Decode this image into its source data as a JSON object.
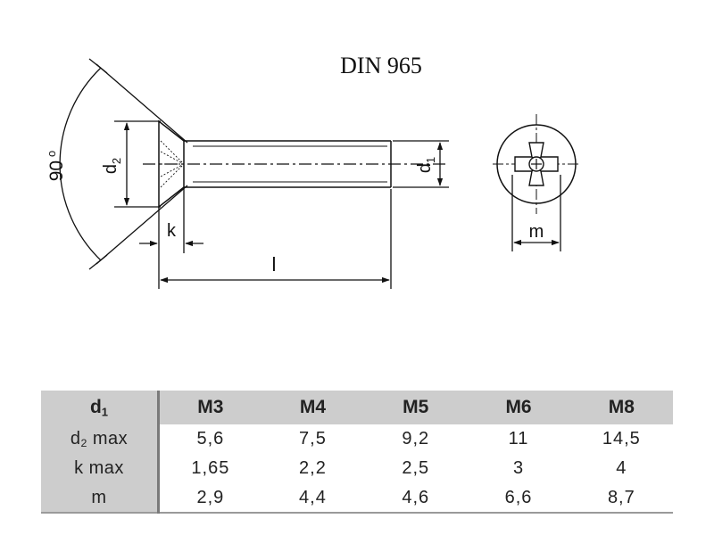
{
  "title": "DIN 965",
  "dimensions": {
    "angle_value": "90",
    "angle_unit": "o",
    "d2_base": "d",
    "d2_sub": "2",
    "d1_base": "d",
    "d1_sub": "1",
    "k": "k",
    "l": "l",
    "m": "m"
  },
  "table": {
    "header_base": "d",
    "header_sub": "1",
    "sizes": [
      "M3",
      "M4",
      "M5",
      "M6",
      "M8"
    ],
    "rows": [
      {
        "label_base": "d",
        "label_sub": "2",
        "label_suffix": " max",
        "values": [
          "5,6",
          "7,5",
          "9,2",
          "11",
          "14,5"
        ]
      },
      {
        "label_base": "k max",
        "label_sub": "",
        "label_suffix": "",
        "values": [
          "1,65",
          "2,2",
          "2,5",
          "3",
          "4"
        ]
      },
      {
        "label_base": "m",
        "label_sub": "",
        "label_suffix": "",
        "values": [
          "2,9",
          "4,4",
          "4,6",
          "6,6",
          "8,7"
        ]
      }
    ]
  }
}
